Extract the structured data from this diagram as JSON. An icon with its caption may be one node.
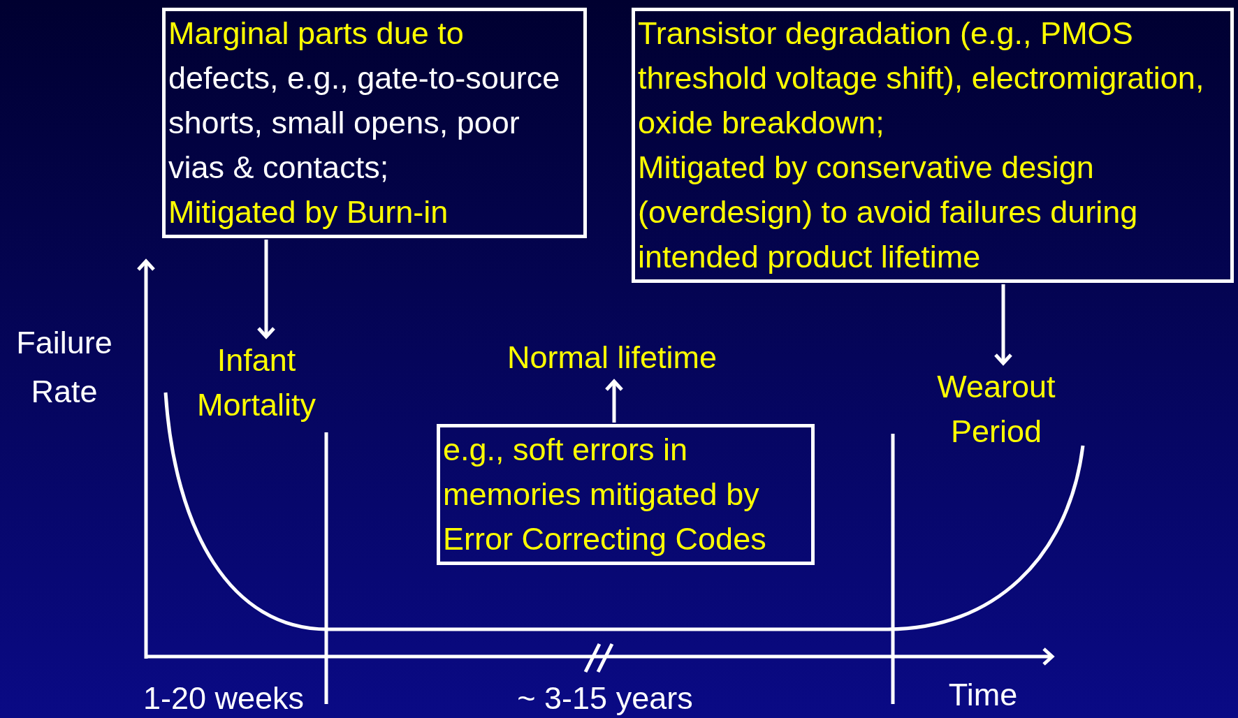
{
  "diagram": {
    "nodes": [
      {
        "text": [
          "Marginal parts due to",
          "defects, e.g., gate-to-source shorts, small opens, poor vias & contacts;",
          "Mitigated by Burn-in"
        ]
      },
      {
        "text": [
          "Infant Mortality"
        ]
      },
      {
        "text": [
          "Transistor degradation (e.g., PMOS threshold voltage shift), electromigration, oxide breakdown;",
          "Mitigated by conservative design (overdesign) to avoid failures during intended product lifetime"
        ]
      },
      {
        "text": [
          "Wearout Period"
        ]
      },
      {
        "text": [
          "e.g., soft errors in memories mitigated by Error Correcting Codes"
        ]
      },
      {
        "text": [
          "Normal lifetime"
        ]
      }
    ],
    "edges": [
      {
        "from": 0,
        "to": 1,
        "arrow": "to"
      },
      {
        "from": 2,
        "to": 3,
        "arrow": "to"
      },
      {
        "from": 4,
        "to": 5,
        "arrow": "to"
      }
    ],
    "labels": [
      "Failure Rate",
      "1-20 weeks",
      "~ 3-15 years",
      "Time"
    ]
  }
}
